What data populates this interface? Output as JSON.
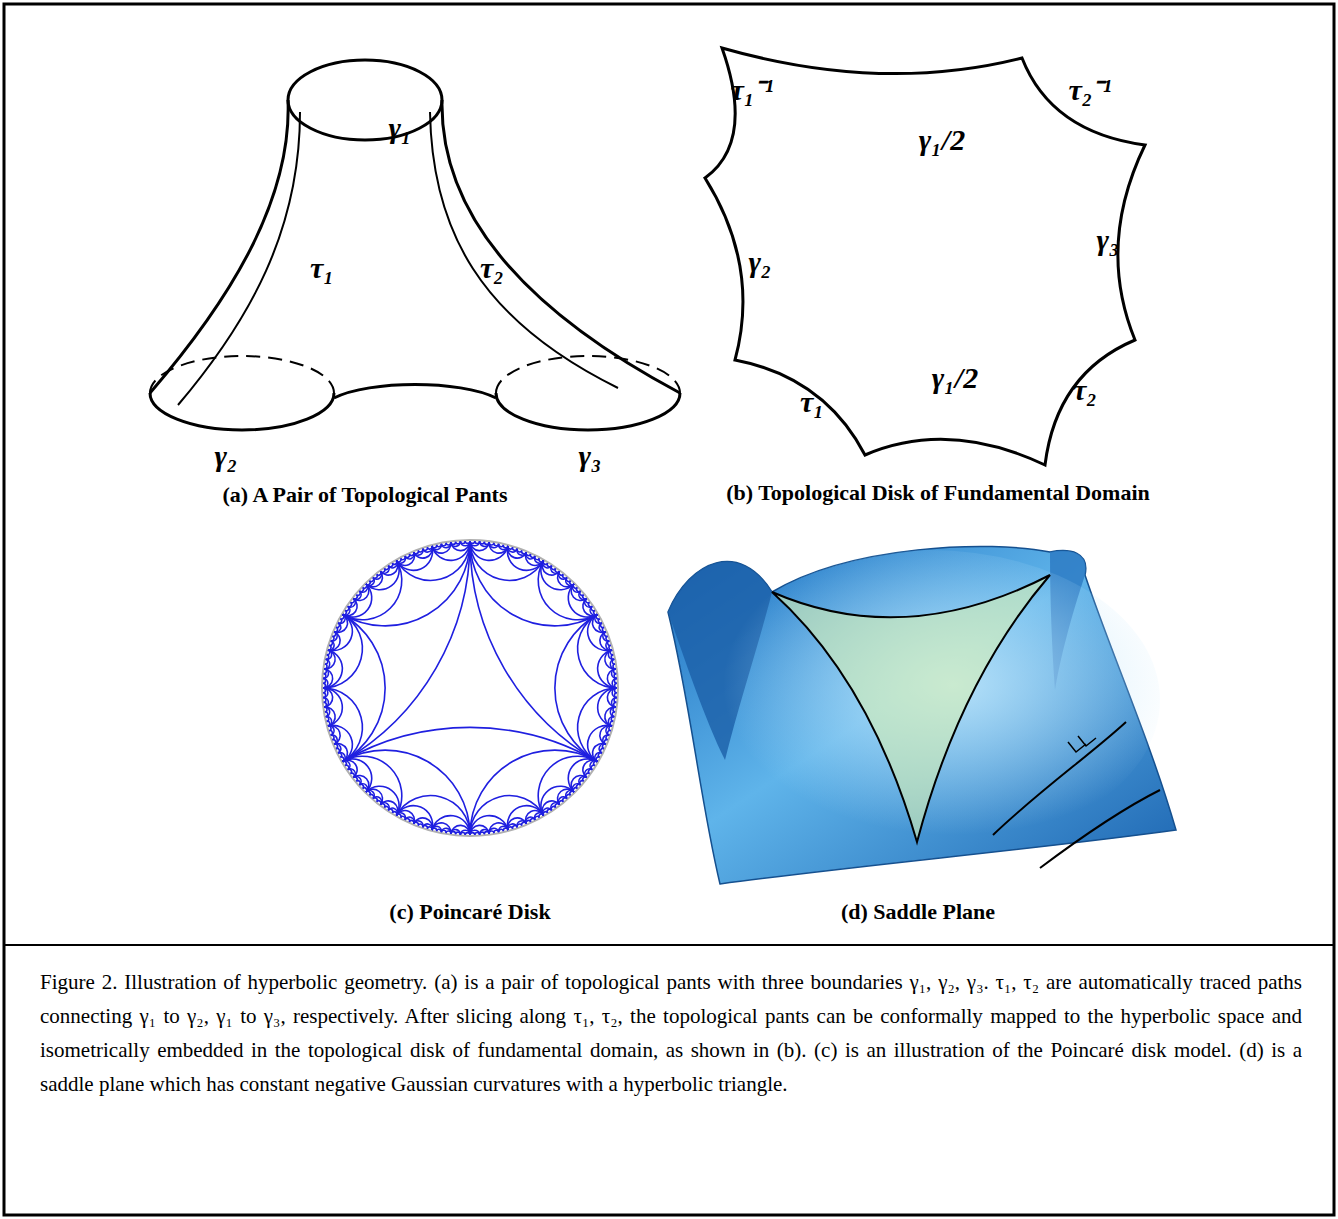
{
  "diagram": {
    "caption": "Figure 2. Illustration of hyperbolic geometry. (a) is a pair of topological pants with three boundaries γ₁, γ₂, γ₃. τ₁, τ₂ are automatically traced paths connecting γ₁ to γ₂, γ₁ to γ₃, respectively. After slicing along τ₁, τ₂, the topological pants can be conformally mapped to the hyperbolic space and isometrically embedded in the topological disk of fundamental domain, as shown in (b). (c) is an illustration of the Poincaré disk model. (d) is a saddle plane which has constant negative Gaussian curvatures with a hyperbolic triangle.",
    "labels": [
      "γ₁",
      "τ₁",
      "τ₂",
      "γ₂",
      "γ₃",
      "(a) A Pair of Topological Pants",
      "τ₁⁻¹",
      "γ₁/2",
      "τ₂⁻¹",
      "γ₂",
      "γ₃",
      "γ₁/2",
      "τ₁",
      "τ₂",
      "(b) Topological Disk of Fundamental Domain",
      "(c) Poincaré Disk",
      "(d) Saddle Plane"
    ]
  }
}
